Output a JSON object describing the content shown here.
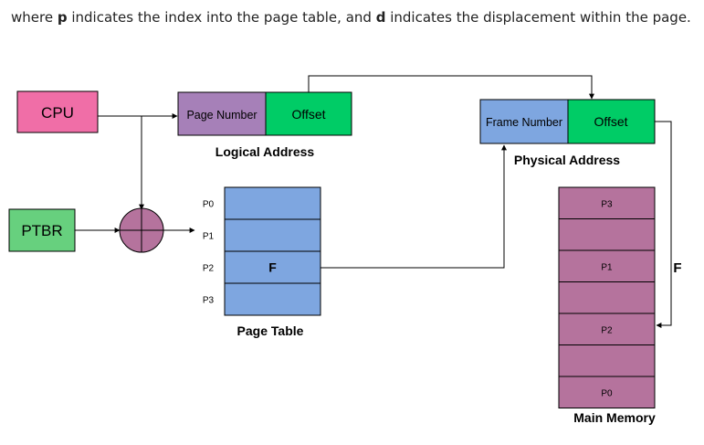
{
  "intro": {
    "part1": "where ",
    "p": "p",
    "part2": " indicates the index into the page table, and ",
    "d": "d",
    "part3": " indicates the displacement within the page."
  },
  "cpu": {
    "label": "CPU",
    "color": "#f06ea7"
  },
  "ptbr": {
    "label": "PTBR",
    "color": "#67d07e"
  },
  "adder": {
    "color": "#b5739d"
  },
  "logical_address": {
    "page_number": "Page Number",
    "offset": "Offset",
    "caption": "Logical Address",
    "page_color": "#a680b8",
    "offset_color": "#00cc66"
  },
  "physical_address": {
    "frame_number": "Frame Number",
    "offset": "Offset",
    "caption": "Physical Address",
    "frame_color": "#7ea6e0",
    "offset_color": "#00cc66"
  },
  "page_table": {
    "caption": "Page Table",
    "color": "#7ea6e0",
    "index_labels": [
      "P0",
      "P1",
      "P2",
      "P3"
    ],
    "entries": [
      "",
      "",
      "F",
      ""
    ]
  },
  "main_memory": {
    "caption": "Main Memory",
    "color": "#b5739d",
    "frames": [
      "P3",
      "",
      "P1",
      "",
      "P2",
      "",
      "P0"
    ]
  },
  "frame_label": "F"
}
